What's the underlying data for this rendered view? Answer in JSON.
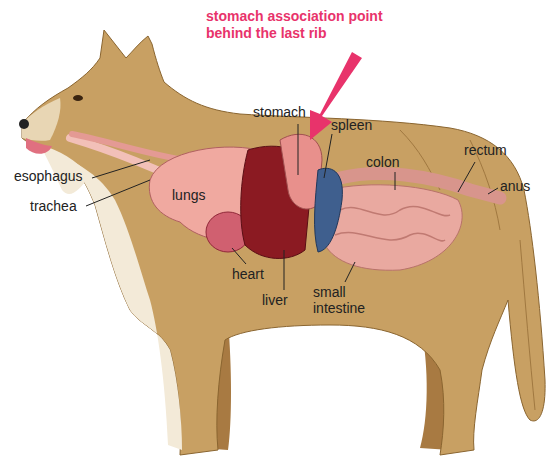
{
  "diagram": {
    "labels": [
      "stomach association point behind the last rib",
      "stomach",
      "spleen",
      "rectum",
      "colon",
      "esophagus",
      "lungs",
      "trachea",
      "anus",
      "heart",
      "liver",
      "small intestine"
    ]
  }
}
